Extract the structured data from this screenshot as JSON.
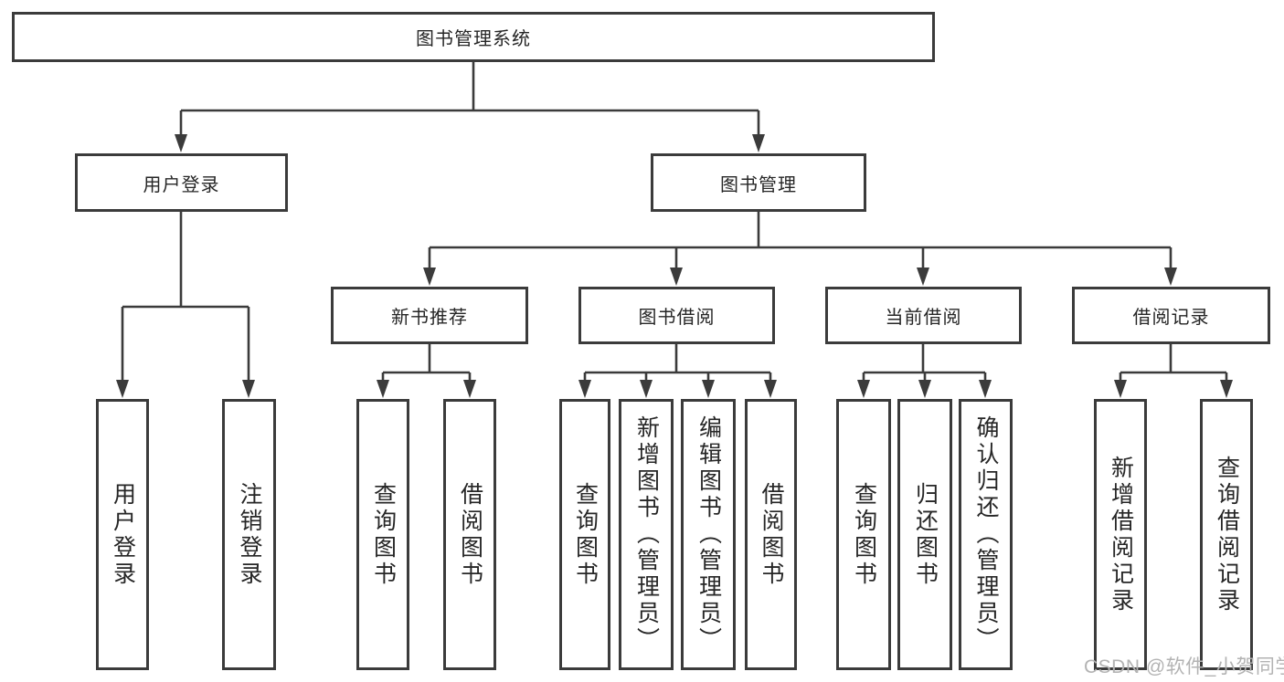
{
  "tree": {
    "root": "图书管理系统",
    "user_login": {
      "label": "用户登录",
      "children": [
        "用户登录",
        "注销登录"
      ]
    },
    "book_mgmt": {
      "label": "图书管理",
      "sections": [
        {
          "label": "新书推荐",
          "children": [
            "查询图书",
            "借阅图书"
          ]
        },
        {
          "label": "图书借阅",
          "children": [
            "查询图书",
            "新增图书（管理员）",
            "编辑图书（管理员）",
            "借阅图书"
          ]
        },
        {
          "label": "当前借阅",
          "children": [
            "查询图书",
            "归还图书",
            "确认归还（管理员）"
          ]
        },
        {
          "label": "借阅记录",
          "children": [
            "新增借阅记录",
            "查询借阅记录"
          ]
        }
      ]
    }
  },
  "watermark": "CSDN @软件_小贺同学",
  "colors": {
    "line": "#3b3b3b",
    "box_border": "#3b3b3b",
    "text": "#262626",
    "watermark": "#b3b3b3",
    "background": "#ffffff"
  }
}
